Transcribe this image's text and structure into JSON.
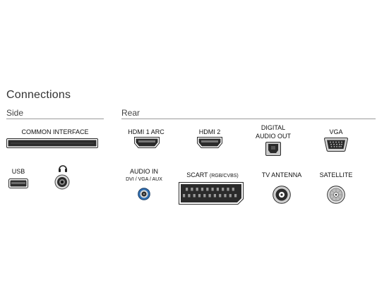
{
  "title": "Connections",
  "sections": {
    "side": "Side",
    "rear": "Rear"
  },
  "ports": {
    "common_interface": "COMMON INTERFACE",
    "usb": "USB",
    "headphone": "headphone-icon",
    "hdmi1": "HDMI 1 ARC",
    "hdmi2": "HDMI 2",
    "digital_audio_line1": "DIGITAL",
    "digital_audio_line2": "AUDIO OUT",
    "vga": "VGA",
    "audio_in": "AUDIO IN",
    "audio_in_sub": "DVI / VGA / AUX",
    "scart_main": "SCART",
    "scart_sub": "(RGB/CVBS)",
    "tv_antenna": "TV ANTENNA",
    "satellite": "SATELLITE"
  },
  "colors": {
    "port_dark": "#2b2b2b",
    "audio_in_ring": "#2f6fb3",
    "rule": "#9a9a9a"
  }
}
